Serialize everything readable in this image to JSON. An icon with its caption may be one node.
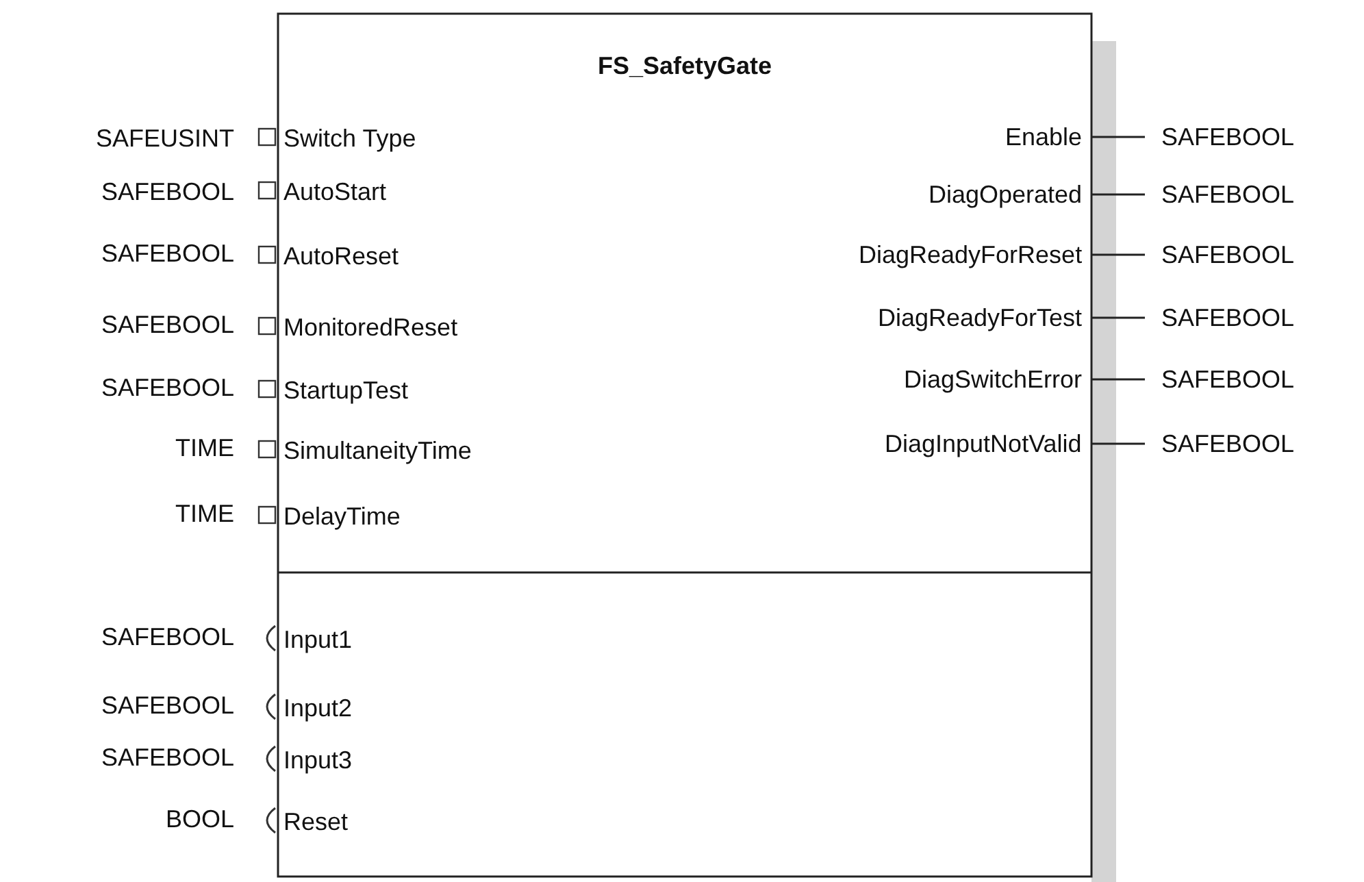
{
  "diagram": {
    "nodes": [
      {
        "text": [
          "FS_SafetyGate"
        ]
      }
    ],
    "labels": [
      "SAFEUSINT",
      "Switch Type",
      "Enable",
      "SAFEBOOL",
      "SAFEBOOL",
      "AutoStart",
      "DiagOperated",
      "SAFEBOOL",
      "SAFEBOOL",
      "AutoReset",
      "DiagReadyForReset",
      "SAFEBOOL",
      "SAFEBOOL",
      "MonitoredReset",
      "DiagReadyForTest",
      "SAFEBOOL",
      "SAFEBOOL",
      "StartupTest",
      "DiagSwitchError",
      "SAFEBOOL",
      "TIME",
      "SimultaneityTime",
      "DiagInputNotValid",
      "SAFEBOOL",
      "TIME",
      "DelayTime",
      "SAFEBOOL",
      "Input1",
      "SAFEBOOL",
      "Input2",
      "SAFEBOOL",
      "Input3",
      "BOOL",
      "Reset"
    ]
  }
}
